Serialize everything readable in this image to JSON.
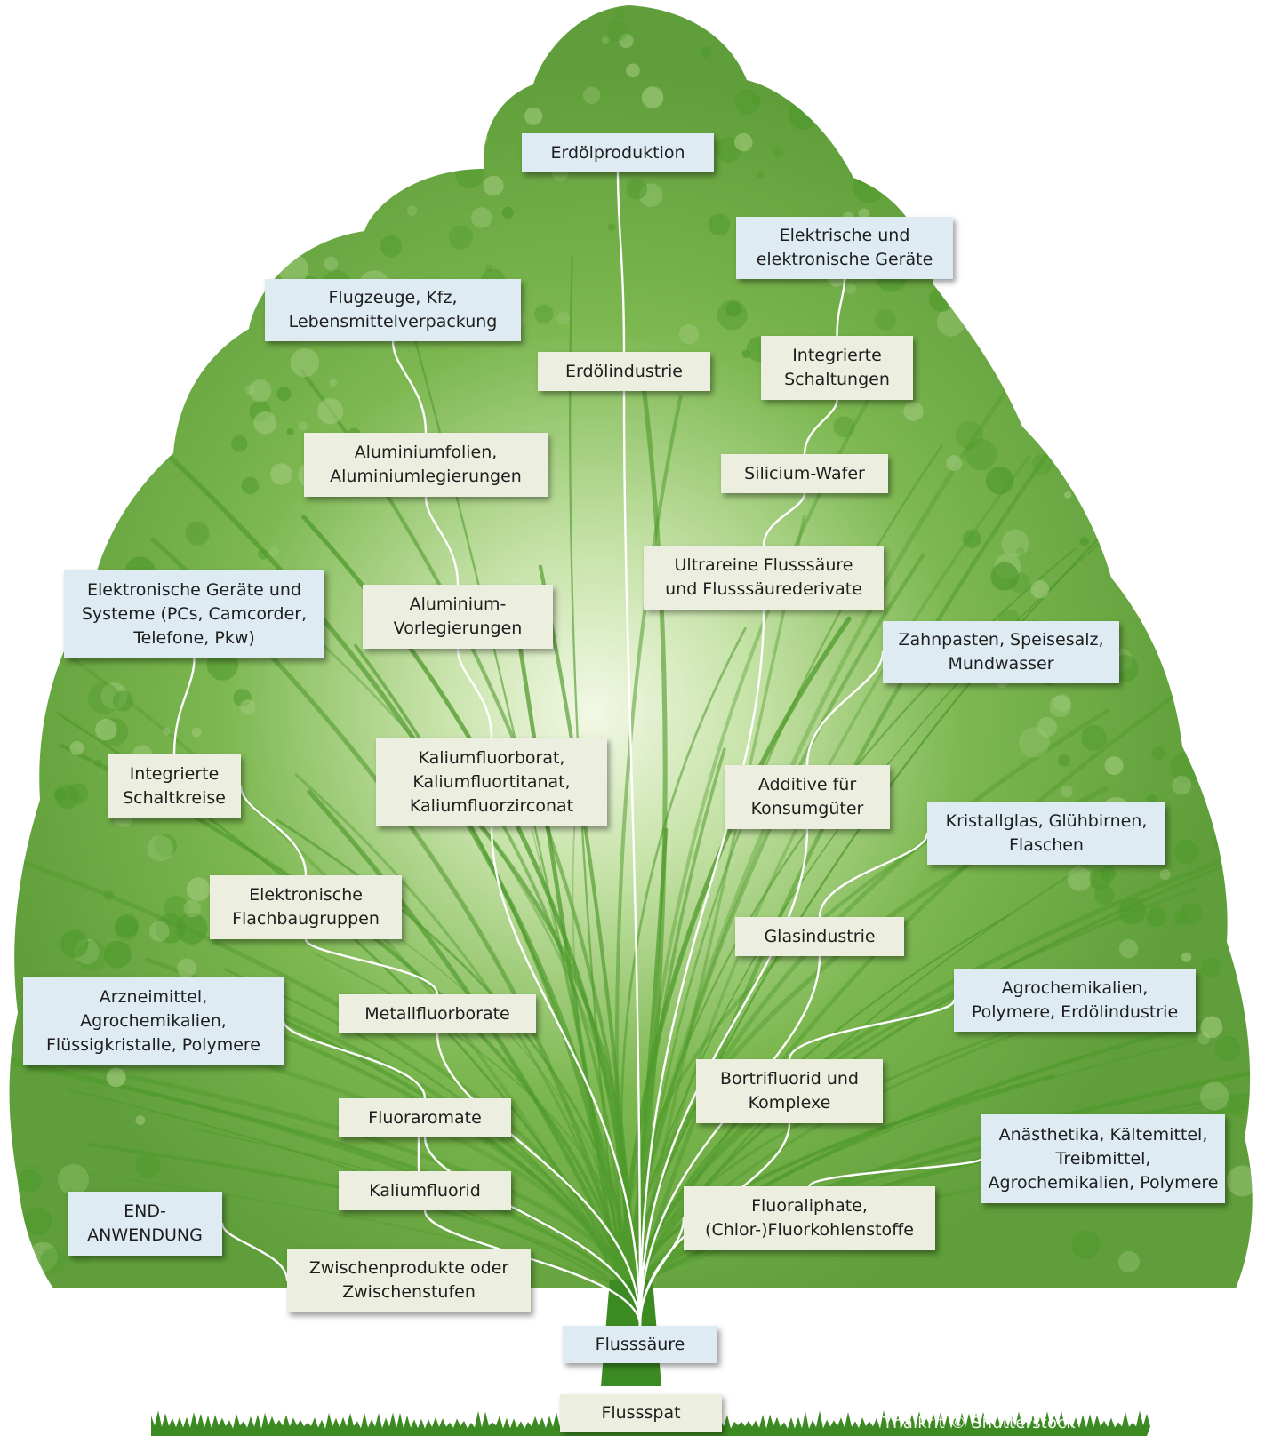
{
  "diagram": {
    "nodes": {
      "erdoelproduktion": {
        "lines": [
          "Erdölproduktion"
        ],
        "kind": "end"
      },
      "elektrische_geraete": {
        "lines": [
          "Elektrische und",
          "elektronische Geräte"
        ],
        "kind": "end"
      },
      "flugzeuge": {
        "lines": [
          "Flugzeuge, Kfz,",
          "Lebensmittelverpackung"
        ],
        "kind": "end"
      },
      "erdoelindustrie": {
        "lines": [
          "Erdölindustrie"
        ],
        "kind": "intermediate"
      },
      "integrierte_schaltungen": {
        "lines": [
          "Integrierte",
          "Schaltungen"
        ],
        "kind": "intermediate"
      },
      "aluminiumfolien": {
        "lines": [
          "Aluminiumfolien,",
          "Aluminiumlegierungen"
        ],
        "kind": "intermediate"
      },
      "silicium_wafer": {
        "lines": [
          "Silicium-Wafer"
        ],
        "kind": "intermediate"
      },
      "ultrareine_flusssaeure": {
        "lines": [
          "Ultrareine Flusssäure",
          "und Flusssäurederivate"
        ],
        "kind": "intermediate"
      },
      "elektronische_systeme": {
        "lines": [
          "Elektronische Geräte und",
          "Systeme (PCs, Camcorder,",
          "Telefone, Pkw)"
        ],
        "kind": "end"
      },
      "aluminium_vorlegierungen": {
        "lines": [
          "Aluminium-",
          "Vorlegierungen"
        ],
        "kind": "intermediate"
      },
      "zahnpasten": {
        "lines": [
          "Zahnpasten, Speisesalz,",
          "Mundwasser"
        ],
        "kind": "end"
      },
      "kaliumfluorborat": {
        "lines": [
          "Kaliumfluorborat,",
          "Kaliumfluortitanat,",
          "Kaliumfluorzirconat"
        ],
        "kind": "intermediate"
      },
      "integrierte_schaltkreise": {
        "lines": [
          "Integrierte",
          "Schaltkreise"
        ],
        "kind": "intermediate"
      },
      "additive": {
        "lines": [
          "Additive für",
          "Konsumgüter"
        ],
        "kind": "intermediate"
      },
      "kristallglas": {
        "lines": [
          "Kristallglas, Glühbirnen,",
          "Flaschen"
        ],
        "kind": "end"
      },
      "flachbaugruppen": {
        "lines": [
          "Elektronische",
          "Flachbaugruppen"
        ],
        "kind": "intermediate"
      },
      "glasindustrie": {
        "lines": [
          "Glasindustrie"
        ],
        "kind": "intermediate"
      },
      "arzneimittel": {
        "lines": [
          "Arzneimittel,",
          "Agrochemikalien,",
          "Flüssigkristalle, Polymere"
        ],
        "kind": "end"
      },
      "agrochemikalien_rechts": {
        "lines": [
          "Agrochemikalien,",
          "Polymere, Erdölindustrie"
        ],
        "kind": "end"
      },
      "metallfluorborate": {
        "lines": [
          "Metallfluorborate"
        ],
        "kind": "intermediate"
      },
      "bortrifluorid": {
        "lines": [
          "Bortrifluorid und",
          "Komplexe"
        ],
        "kind": "intermediate"
      },
      "fluoraromate": {
        "lines": [
          "Fluoraromate"
        ],
        "kind": "intermediate"
      },
      "anaesthetika": {
        "lines": [
          "Anästhetika, Kältemittel,",
          "Treibmittel,",
          "Agrochemikalien, Polymere"
        ],
        "kind": "end"
      },
      "kaliumfluorid": {
        "lines": [
          "Kaliumfluorid"
        ],
        "kind": "intermediate"
      },
      "fluoraliphate": {
        "lines": [
          "Fluoraliphate,",
          "(Chlor-)Fluorkohlenstoffe"
        ],
        "kind": "intermediate"
      },
      "end_anwendung": {
        "lines": [
          "END-",
          "ANWENDUNG"
        ],
        "kind": "legend-end"
      },
      "zwischenprodukte": {
        "lines": [
          "Zwischenprodukte oder",
          "Zwischenstufen"
        ],
        "kind": "legend-intermediate"
      },
      "flusssaeure": {
        "lines": [
          "Flusssäure"
        ],
        "kind": "end"
      },
      "flussspat": {
        "lines": [
          "Flussspat"
        ],
        "kind": "intermediate"
      }
    },
    "edges": [
      [
        "flusssaeure",
        "erdoelindustrie"
      ],
      [
        "erdoelindustrie",
        "erdoelproduktion"
      ],
      [
        "flusssaeure",
        "kaliumfluorborat"
      ],
      [
        "kaliumfluorborat",
        "aluminium_vorlegierungen"
      ],
      [
        "aluminium_vorlegierungen",
        "aluminiumfolien"
      ],
      [
        "aluminiumfolien",
        "flugzeuge"
      ],
      [
        "flusssaeure",
        "ultrareine_flusssaeure"
      ],
      [
        "ultrareine_flusssaeure",
        "silicium_wafer"
      ],
      [
        "silicium_wafer",
        "integrierte_schaltungen"
      ],
      [
        "integrierte_schaltungen",
        "elektrische_geraete"
      ],
      [
        "flusssaeure",
        "metallfluorborate"
      ],
      [
        "metallfluorborate",
        "flachbaugruppen"
      ],
      [
        "flachbaugruppen",
        "integrierte_schaltkreise"
      ],
      [
        "integrierte_schaltkreise",
        "elektronische_systeme"
      ],
      [
        "flusssaeure",
        "additive"
      ],
      [
        "additive",
        "zahnpasten"
      ],
      [
        "flusssaeure",
        "glasindustrie"
      ],
      [
        "glasindustrie",
        "kristallglas"
      ],
      [
        "flusssaeure",
        "fluoraromate"
      ],
      [
        "fluoraromate",
        "arzneimittel"
      ],
      [
        "flusssaeure",
        "kaliumfluorid"
      ],
      [
        "kaliumfluorid",
        "fluoraromate"
      ],
      [
        "flusssaeure",
        "bortrifluorid"
      ],
      [
        "bortrifluorid",
        "agrochemikalien_rechts"
      ],
      [
        "flusssaeure",
        "fluoraliphate"
      ],
      [
        "fluoraliphate",
        "anaesthetika"
      ],
      [
        "zwischenprodukte",
        "end_anwendung"
      ]
    ]
  },
  "credit": "Thaikrit © Shutterstock",
  "colors": {
    "end_box": "#deebf3",
    "intermediate_box": "#eceedf",
    "foliage_dark": "#4f9a2c",
    "foliage_light": "#9ec87a",
    "connector": "#ffffff",
    "grass": "#3c8a22"
  }
}
